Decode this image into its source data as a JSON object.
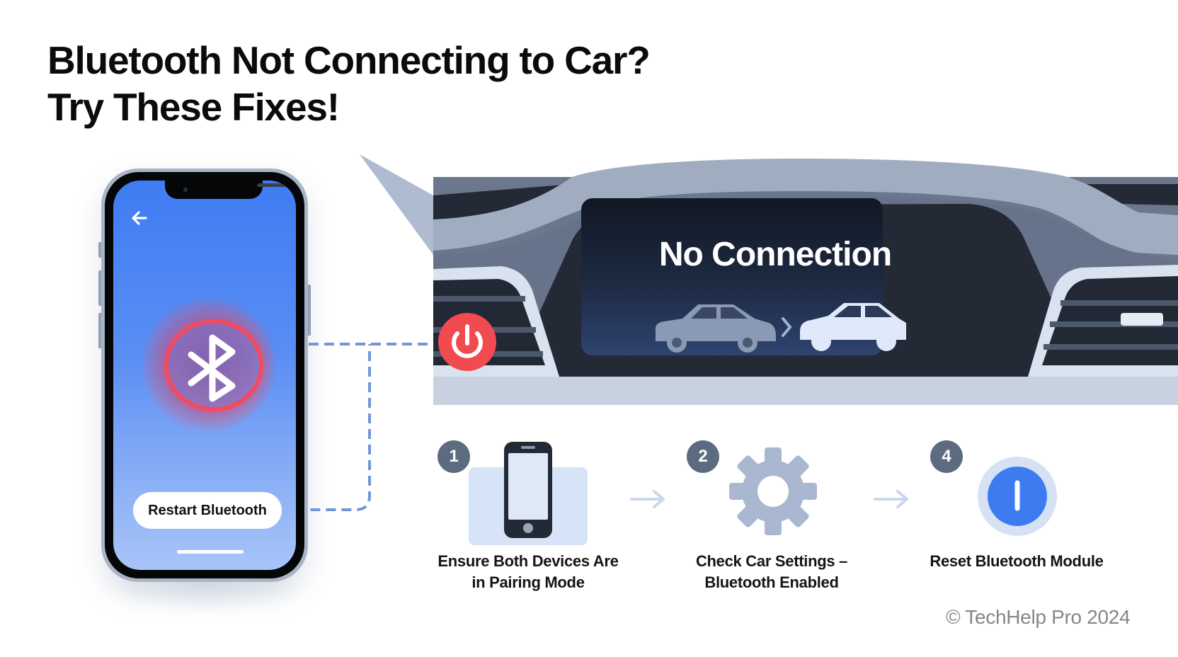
{
  "header": {
    "title_line1": "Bluetooth Not Connecting to Car?",
    "title_line2": "Try These Fixes!"
  },
  "phone": {
    "back_icon": "arrow-left-icon",
    "status_icon": "bluetooth-icon",
    "status_state": "error",
    "button_label": "Restart Bluetooth",
    "colors": {
      "screen_top": "#3f7cf3",
      "screen_bottom": "#a8c4f8",
      "error_ring": "#f24b5f"
    }
  },
  "car_display": {
    "message": "No Connection",
    "icons": [
      "car-icon",
      "chevron-right-icon",
      "car-icon"
    ],
    "power_button_icon": "power-icon",
    "power_button_color": "#f24b4f"
  },
  "steps": [
    {
      "number": "1",
      "icon": "smartphone-icon",
      "label_line1": "Ensure Both Devices Are",
      "label_line2": "in Pairing Mode"
    },
    {
      "number": "2",
      "icon": "gear-icon",
      "label_line1": "Check Car Settings –",
      "label_line2": "Bluetooth Enabled"
    },
    {
      "number": "4",
      "icon": "power-toggle-icon",
      "label_line1": "Reset Bluetooth Module",
      "label_line2": ""
    }
  ],
  "footer": {
    "copyright": "© TechHelp Pro 2024"
  },
  "colors": {
    "badge": "#5d6b80",
    "accent_blue": "#3d7cf0",
    "arrow": "#c9d6ec"
  }
}
